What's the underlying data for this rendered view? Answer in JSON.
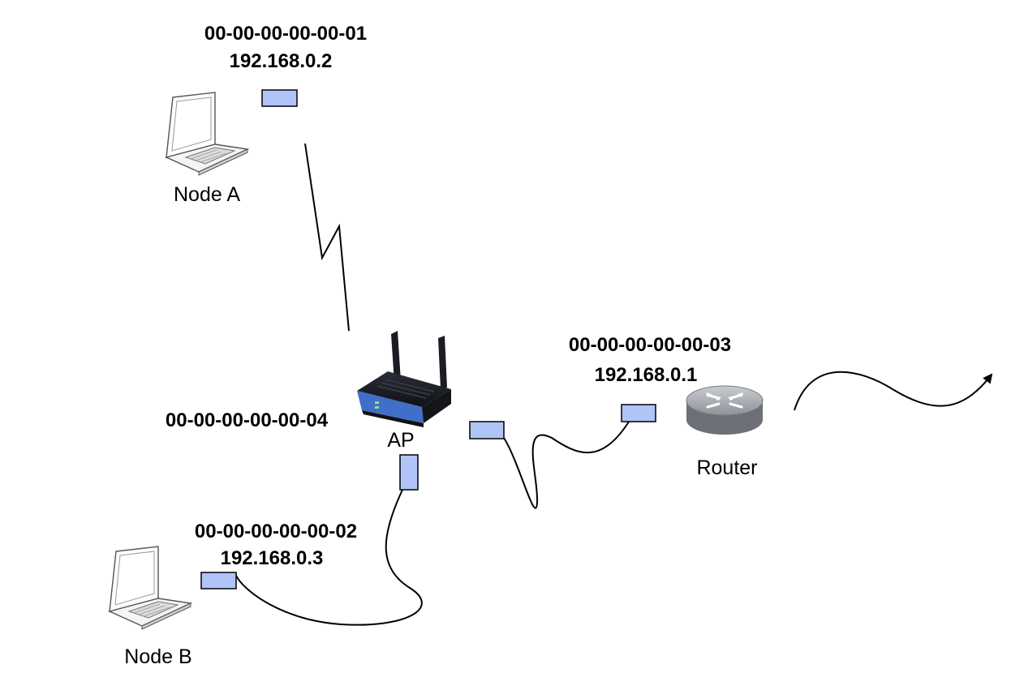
{
  "nodes": {
    "node_a": {
      "name": "Node A",
      "mac": "00-00-00-00-00-01",
      "ip": "192.168.0.2"
    },
    "node_b": {
      "name": "Node B",
      "mac": "00-00-00-00-00-02",
      "ip": "192.168.0.3"
    },
    "ap": {
      "name": "AP",
      "mac": "00-00-00-00-00-04"
    },
    "router": {
      "name": "Router",
      "mac": "00-00-00-00-00-03",
      "ip": "192.168.0.1"
    }
  },
  "colors": {
    "interface_fill": "#b0c4f7",
    "ap_blue": "#3f6fc8",
    "router_gray": "#8c8f94",
    "link": "#000000"
  },
  "icons": {
    "node_a": "laptop-icon",
    "node_b": "laptop-icon",
    "ap": "wireless-router-icon",
    "router": "router-icon"
  }
}
